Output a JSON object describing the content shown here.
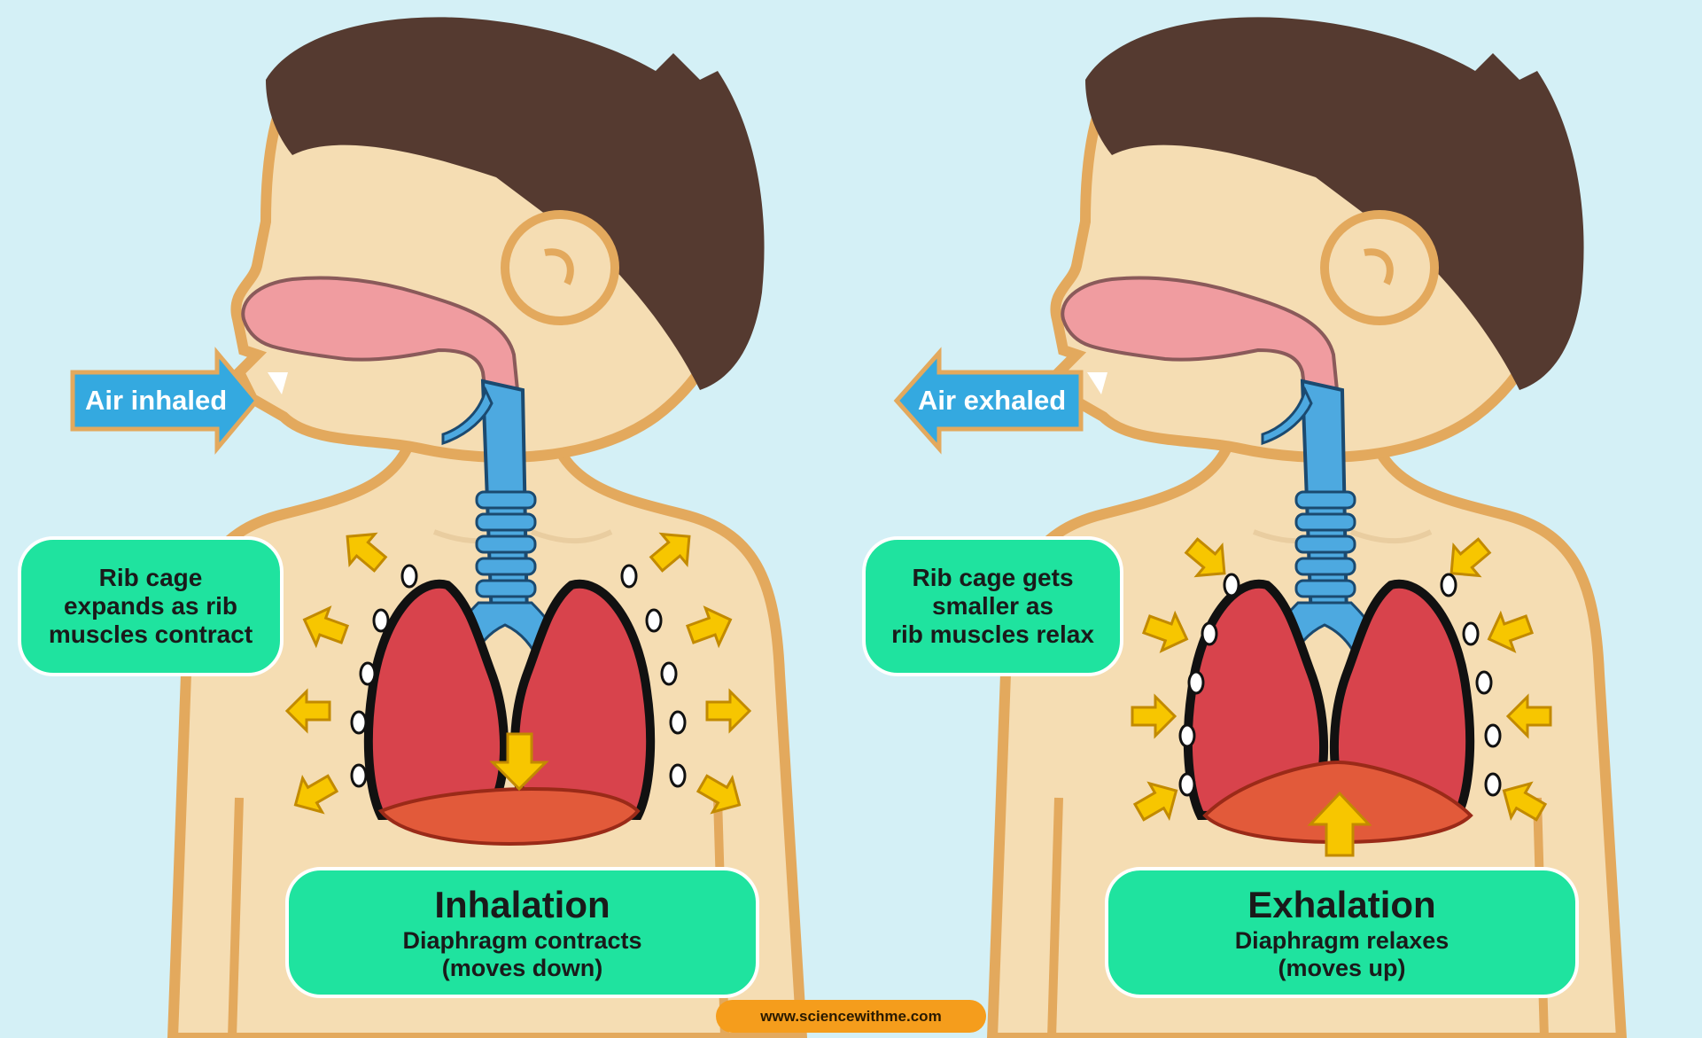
{
  "panels": {
    "inhalation": {
      "air_label": "Air inhaled",
      "rib_text": "Rib cage\nexpands as rib\nmuscles contract",
      "title": "Inhalation",
      "desc_line1": "Diaphragm contracts",
      "desc_line2": "(moves down)"
    },
    "exhalation": {
      "air_label": "Air exhaled",
      "rib_text": "Rib cage gets\nsmaller as\nrib muscles relax",
      "title": "Exhalation",
      "desc_line1": "Diaphragm relaxes",
      "desc_line2": "(moves up)"
    }
  },
  "footer": {
    "url": "www.sciencewithme.com"
  },
  "colors": {
    "background": "#d4f0f6",
    "skin": "#f5ddb3",
    "outline": "#e3a95d",
    "hair": "#553a30",
    "mouth_cavity": "#f09ca0",
    "lung": "#d8434c",
    "diaphragm": "#e25a3a",
    "trachea": "#4da9e0",
    "arrow_yellow": "#f7c600",
    "label_green": "#1fe39f",
    "air_arrow_blue": "#34a9e0",
    "footer_orange": "#f59d1c"
  }
}
